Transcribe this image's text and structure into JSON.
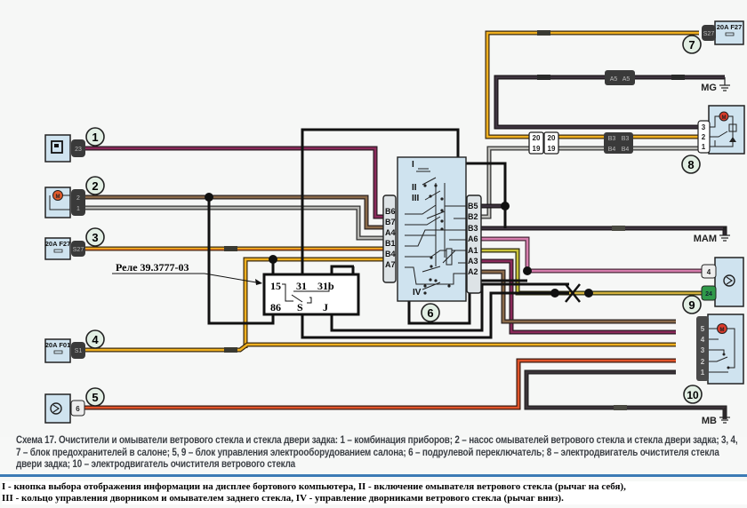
{
  "diagram": {
    "relay_label": "Реле 39.3777-03",
    "relay_pins": {
      "p15": "15",
      "p31": "31",
      "p31b": "31b",
      "p86": "86",
      "pS": "S",
      "pJ": "J"
    },
    "components": [
      {
        "num": "1",
        "name": "instrument-cluster",
        "pin": "23"
      },
      {
        "num": "2",
        "name": "washer-pump",
        "pins": [
          "2",
          "1"
        ]
      },
      {
        "num": "3",
        "name": "fuse-block-3",
        "fuse": "20A F27",
        "pin": "S27"
      },
      {
        "num": "4",
        "name": "fuse-block-4",
        "fuse": "20A F01",
        "pin": "S1"
      },
      {
        "num": "5",
        "name": "body-control-unit-5",
        "pin": "6"
      },
      {
        "num": "6",
        "name": "steering-column-switch"
      },
      {
        "num": "7",
        "name": "fuse-block-7",
        "fuse": "20A F27",
        "pin": "S27"
      },
      {
        "num": "8",
        "name": "rear-wiper-motor",
        "pins": [
          "3",
          "2",
          "1"
        ]
      },
      {
        "num": "9",
        "name": "body-control-unit-9",
        "pins": [
          "4",
          "24"
        ]
      },
      {
        "num": "10",
        "name": "windshield-wiper-motor",
        "pins": [
          "5",
          "4",
          "3",
          "2",
          "1"
        ]
      }
    ],
    "switch6": {
      "left_pins": [
        "B6",
        "B7",
        "A4",
        "B1",
        "B4",
        "A7"
      ],
      "right_pins": [
        "B5",
        "B2",
        "B3",
        "A6",
        "A1",
        "A3",
        "A2"
      ],
      "positions": [
        "I",
        "II",
        "III",
        "IV"
      ]
    },
    "connectors": {
      "c2019_top": [
        "20",
        "20"
      ],
      "c2019_bottom": [
        "19",
        "19"
      ],
      "cB_top": [
        "B3",
        "B3"
      ],
      "cB_bottom": [
        "B4",
        "B4"
      ],
      "cA": [
        "A5",
        "A5"
      ]
    },
    "grounds": {
      "mg": "MG",
      "mam": "MAM",
      "mb": "MB"
    },
    "motor_label": "M",
    "wire_colors": {
      "black": "#111111",
      "pink": "#cc6fa0",
      "purple": "#7a2a55",
      "brown": "#7a5a3c",
      "yellow_orange": "#e5a629",
      "red_orange": "#e0542a",
      "gray_white": "#9a9a96",
      "dark": "#3a3136",
      "olive": "#b9b23a"
    }
  },
  "caption": {
    "text": "Схема 17. Очистители и омыватели ветрового стекла и стекла двери задка: 1 – комбинация приборов; 2 – насос омывателей ветрового стекла и стекла двери задка; 3, 4, 7 – блок предохранителей в салоне; 5, 9 – блок управления электрооборудованием салона; 6 – подрулевой переключатель; 8 – электродвигатель очистителя стекла двери задка; 10 – электродвигатель очистителя ветрового стекла"
  },
  "notes": {
    "line1": "I - кнопка выбора отображения информации на дисплее бортового компьютера, II - включение омывателя ветрового стекла (рычаг на себя),",
    "line2": "III - кольцо управления дворником и омывателем заднего стекла, IV - управление дворниками ветрового стекла (рычаг вниз)."
  }
}
